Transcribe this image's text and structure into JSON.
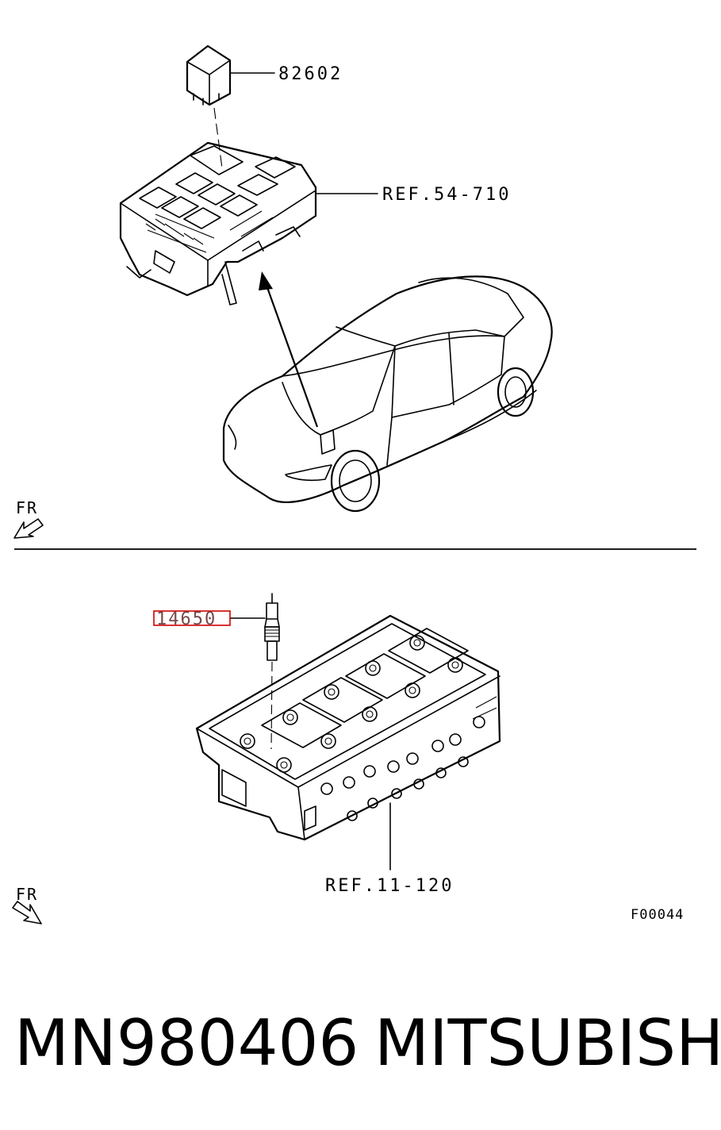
{
  "callouts": {
    "relay": "82602",
    "fuse_box_ref": "REF.54-710",
    "glow_plug": "14650",
    "cylinder_head_ref": "REF.11-120",
    "figure_code": "F00044"
  },
  "direction_marker": {
    "top": "FR",
    "bottom": "FR"
  },
  "footer": {
    "part_number": "MN980406",
    "brand": "MITSUBISHI"
  },
  "highlight_color": "#d00000"
}
